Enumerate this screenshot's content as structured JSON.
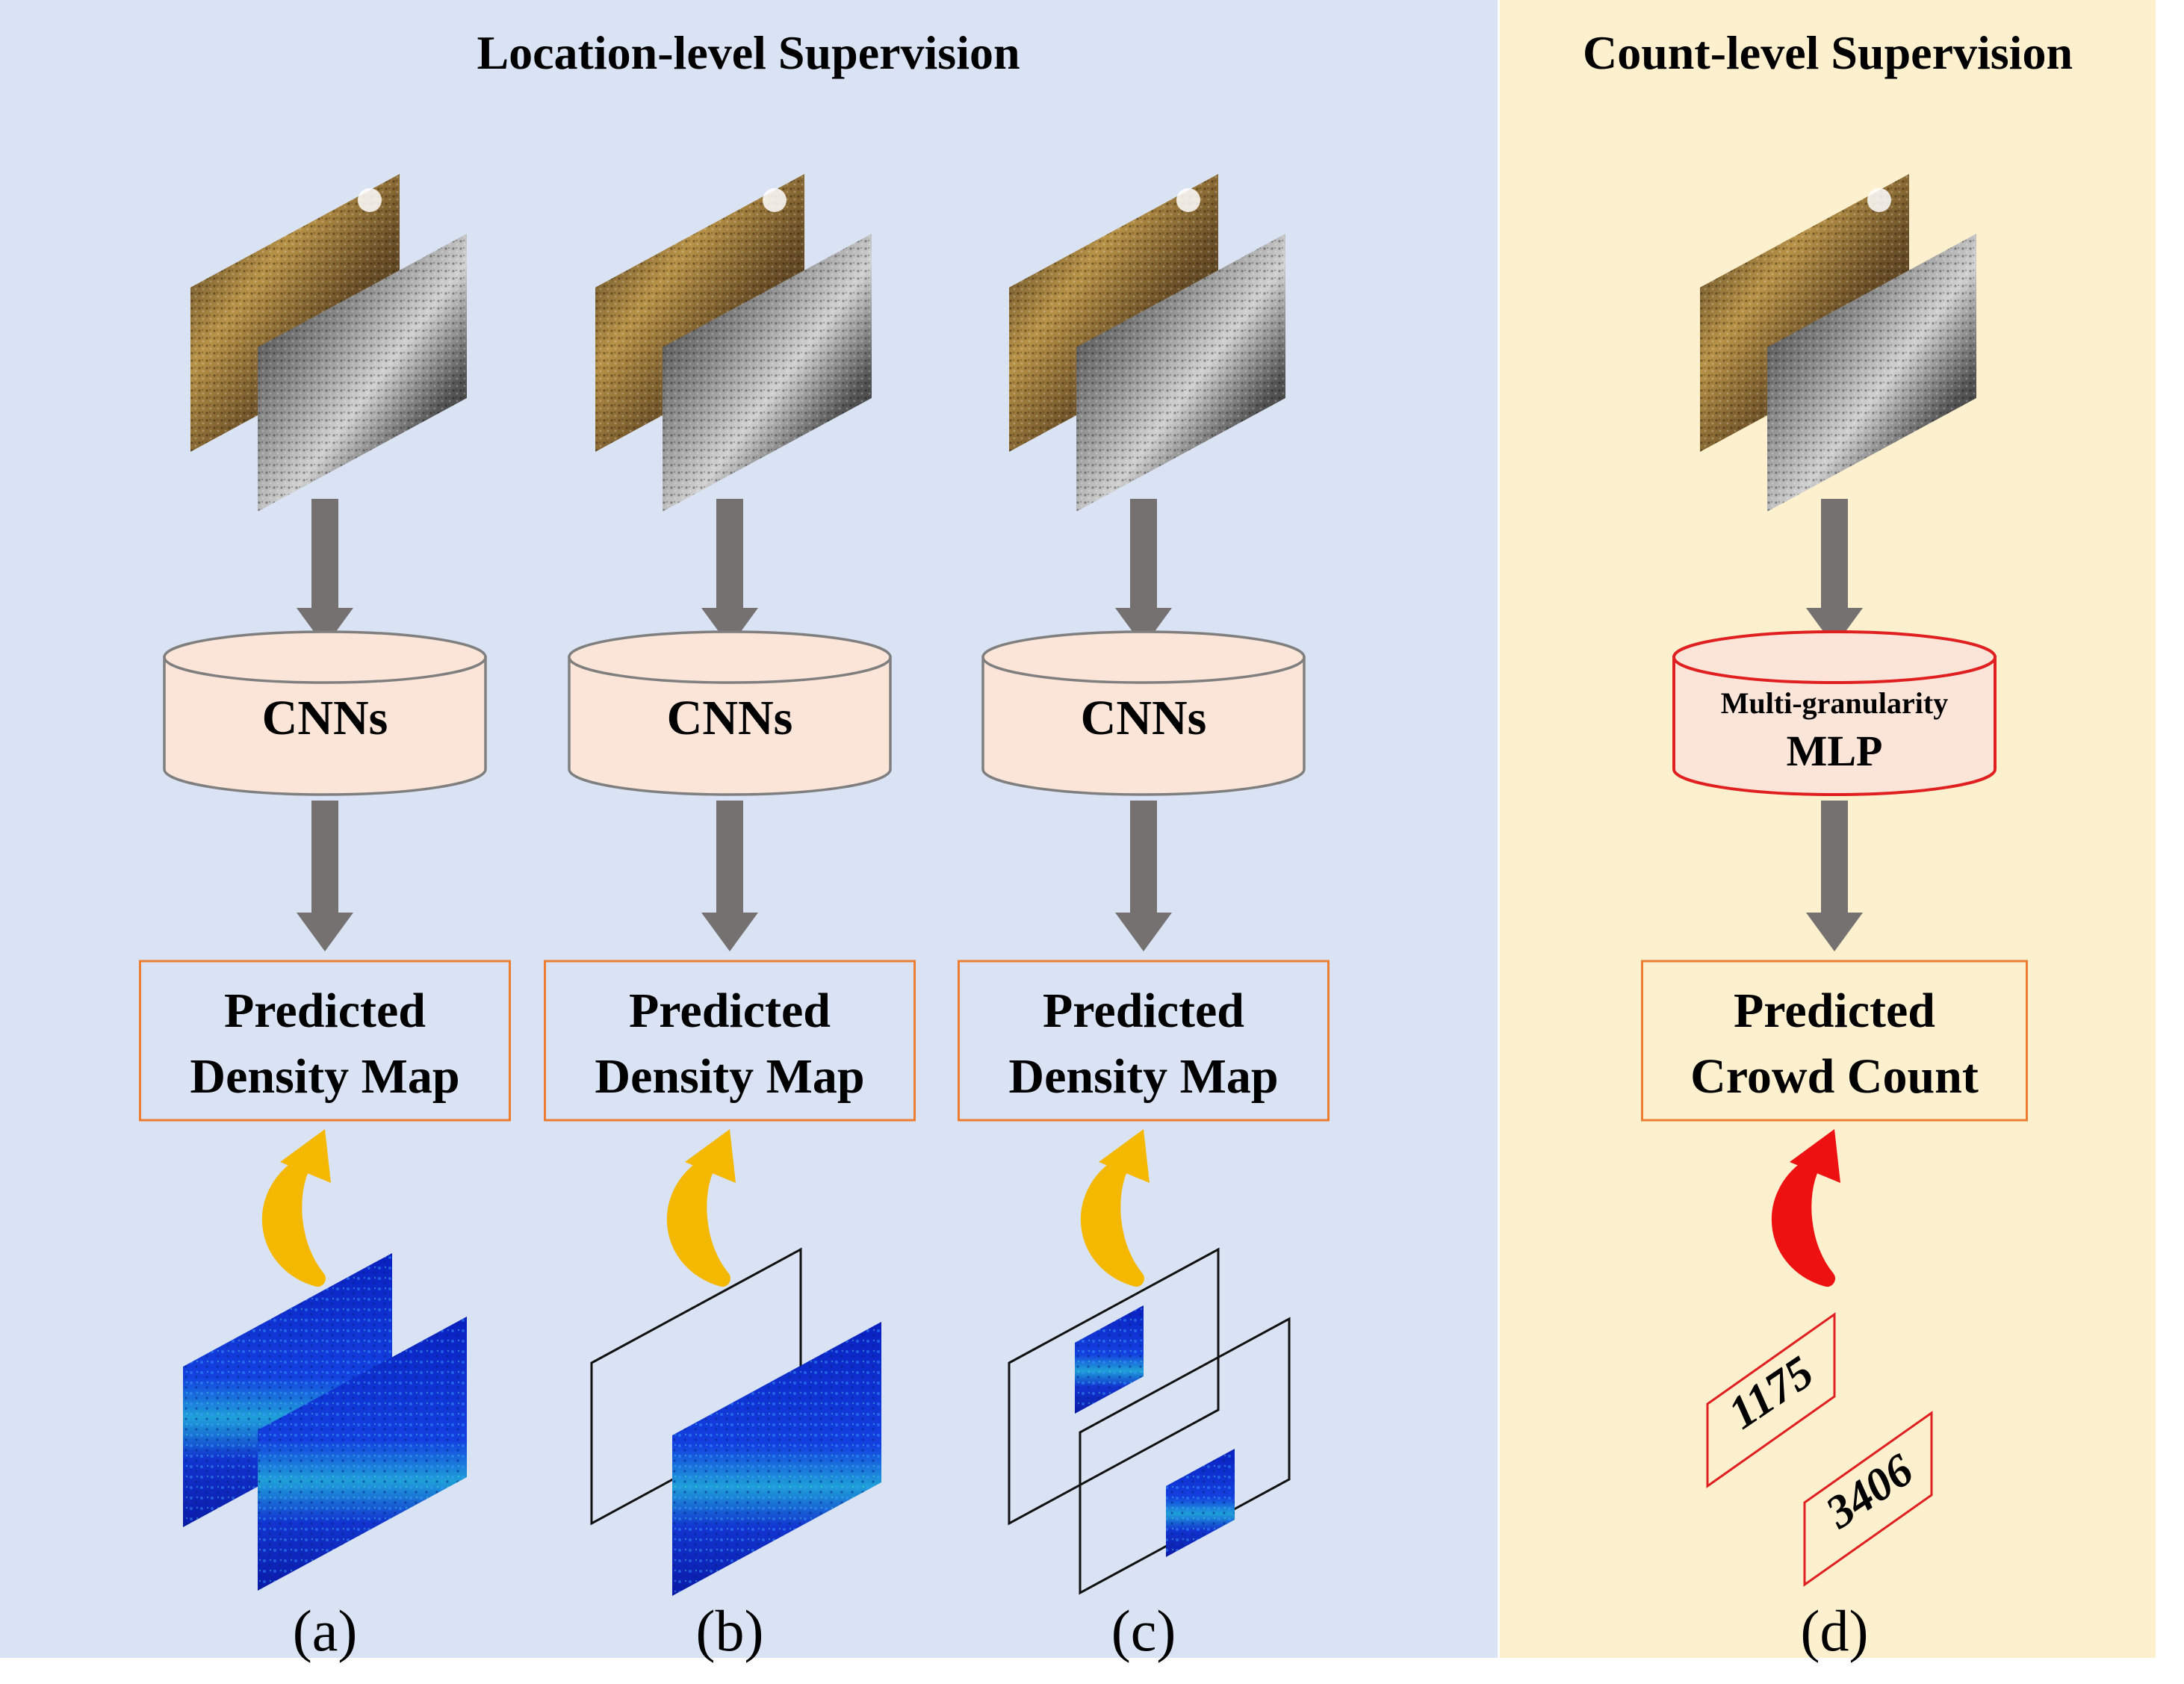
{
  "panels": {
    "location": {
      "title": "Location-level Supervision",
      "color": "#d9e3f4"
    },
    "count": {
      "title": "Count-level Supervision",
      "color": "#fdf0cf"
    }
  },
  "columns": [
    {
      "id": "a",
      "model": "CNNs",
      "output_line1": "Predicted",
      "output_line2": "Density Map",
      "caption": "(a)",
      "arrow_color": "#f5b800"
    },
    {
      "id": "b",
      "model": "CNNs",
      "output_line1": "Predicted",
      "output_line2": "Density Map",
      "caption": "(b)",
      "arrow_color": "#f5b800"
    },
    {
      "id": "c",
      "model": "CNNs",
      "output_line1": "Predicted",
      "output_line2": "Density Map",
      "caption": "(c)",
      "arrow_color": "#f5b800"
    },
    {
      "id": "d",
      "model_small": "Multi-granularity",
      "model": "MLP",
      "output_line1": "Predicted",
      "output_line2": "Crowd Count",
      "caption": "(d)",
      "arrow_color": "#ee1111",
      "counts": [
        "1175",
        "3406"
      ]
    }
  ],
  "colors": {
    "cylinder_fill": "#fbe5d8",
    "cylinder_stroke": "#7f7f7f",
    "mlp_stroke": "#e02020",
    "output_box_stroke": "#ed7d31",
    "flow_arrow": "#767171",
    "count_card_stroke": "#e02020"
  }
}
